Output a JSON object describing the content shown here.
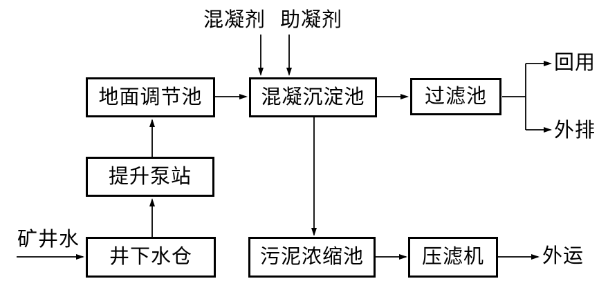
{
  "colors": {
    "line": "#000000",
    "background": "#ffffff",
    "text": "#000000"
  },
  "nodes": [
    {
      "id": "ground-regulating-pool",
      "label": "地面调节池"
    },
    {
      "id": "coagulation-sedimentation-pool",
      "label": "混凝沉淀池"
    },
    {
      "id": "filter-pool",
      "label": "过滤池"
    },
    {
      "id": "lift-pump-station",
      "label": "提升泵站"
    },
    {
      "id": "underground-water-bunker",
      "label": "井下水仓"
    },
    {
      "id": "sludge-thickening-pool",
      "label": "污泥浓缩池"
    },
    {
      "id": "filter-press",
      "label": "压滤机"
    }
  ],
  "annotations": [
    {
      "id": "coagulant",
      "label": "混凝剂"
    },
    {
      "id": "coagulant-aid",
      "label": "助凝剂"
    },
    {
      "id": "mine-water",
      "label": "矿井水"
    },
    {
      "id": "reuse",
      "label": "回用"
    },
    {
      "id": "discharge",
      "label": "外排"
    },
    {
      "id": "transport-out",
      "label": "外运"
    }
  ],
  "edges": [
    {
      "from": "coagulant",
      "to": "coagulation-sedimentation-pool"
    },
    {
      "from": "coagulant-aid",
      "to": "coagulation-sedimentation-pool"
    },
    {
      "from": "mine-water",
      "to": "underground-water-bunker"
    },
    {
      "from": "underground-water-bunker",
      "to": "lift-pump-station"
    },
    {
      "from": "lift-pump-station",
      "to": "ground-regulating-pool"
    },
    {
      "from": "ground-regulating-pool",
      "to": "coagulation-sedimentation-pool"
    },
    {
      "from": "coagulation-sedimentation-pool",
      "to": "filter-pool"
    },
    {
      "from": "filter-pool",
      "to": "reuse"
    },
    {
      "from": "filter-pool",
      "to": "discharge"
    },
    {
      "from": "coagulation-sedimentation-pool",
      "to": "sludge-thickening-pool"
    },
    {
      "from": "sludge-thickening-pool",
      "to": "filter-press"
    },
    {
      "from": "filter-press",
      "to": "transport-out"
    }
  ]
}
